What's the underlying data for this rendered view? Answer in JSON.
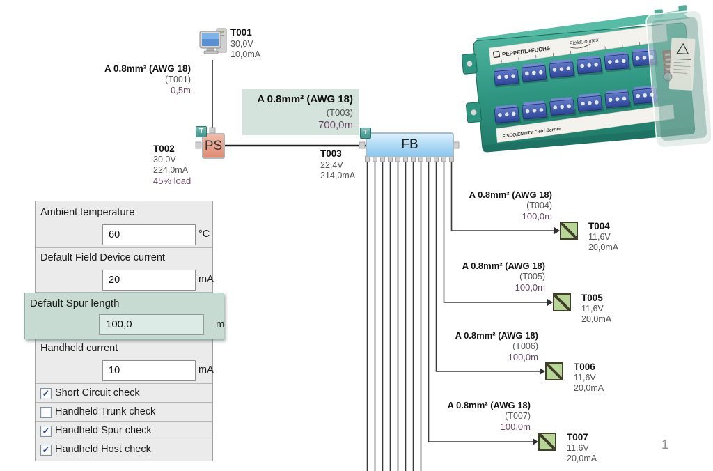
{
  "page": {
    "number": "1"
  },
  "settings_panel": {
    "fields": [
      {
        "label": "Ambient temperature",
        "value": "60",
        "unit": "°C"
      },
      {
        "label": "Default Field Device current",
        "value": "20",
        "unit": "mA"
      },
      {
        "label": "Default Spur length",
        "value": "100,0",
        "unit": "m"
      },
      {
        "label": "Handheld current",
        "value": "10",
        "unit": "mA"
      }
    ],
    "checks": [
      {
        "label": "Short Circuit check",
        "checked": true,
        "glyph": "✓"
      },
      {
        "label": "Handheld Trunk check",
        "checked": false,
        "glyph": ""
      },
      {
        "label": "Handheld Spur check",
        "checked": true,
        "glyph": "✓"
      },
      {
        "label": "Handheld Host check",
        "checked": true,
        "glyph": "✓"
      }
    ]
  },
  "diagram": {
    "badge": "T",
    "host": {
      "name": "T001",
      "voltage": "30,0V",
      "current": "10,0mA"
    },
    "host_cable": {
      "spec": "A 0.8mm² (AWG 18)",
      "ref": "(T001)",
      "length": "0,5m"
    },
    "power_supply": {
      "label": "PS",
      "name": "T002",
      "voltage": "30,0V",
      "current": "224,0mA",
      "load": "45% load"
    },
    "trunk_cable": {
      "spec": "A 0.8mm² (AWG 18)",
      "ref": "(T003)",
      "length": "700,0m"
    },
    "field_barrier": {
      "label": "FB",
      "name": "T003",
      "voltage": "22,4V",
      "current": "214,0mA"
    },
    "spurs": [
      {
        "cable_spec": "A 0.8mm² (AWG 18)",
        "cable_ref": "(T004)",
        "cable_length": "100,0m",
        "name": "T004",
        "voltage": "11,6V",
        "current": "20,0mA"
      },
      {
        "cable_spec": "A 0.8mm² (AWG 18)",
        "cable_ref": "(T005)",
        "cable_length": "100,0m",
        "name": "T005",
        "voltage": "11,6V",
        "current": "20,0mA"
      },
      {
        "cable_spec": "A 0.8mm² (AWG 18)",
        "cable_ref": "(T006)",
        "cable_length": "100,0m",
        "name": "T006",
        "voltage": "11,6V",
        "current": "20,0mA"
      },
      {
        "cable_spec": "A 0.8mm² (AWG 18)",
        "cable_ref": "(T007)",
        "cable_length": "100,0m",
        "name": "T007",
        "voltage": "11,6V",
        "current": "20,0mA"
      }
    ]
  },
  "product_photo": {
    "brand": "PEPPERL+FUCHS",
    "family": "FieldConnex",
    "caption": "FISCO/ENTITY Field Barrier"
  },
  "colors": {
    "highlight_row": "#c7dbd3",
    "trunk_label_bg": "#d5e3dd",
    "ps_fill": "#e08a72",
    "fb_fill": "#8cc7ef",
    "device_fill": "#b7d596",
    "badge_teal": "#3f948b",
    "length_text": "#6b4a66"
  }
}
